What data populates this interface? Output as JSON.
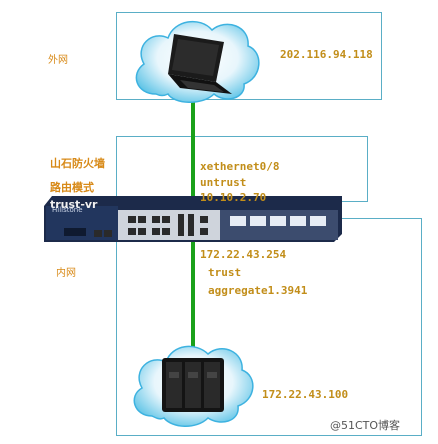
{
  "zones": {
    "outer": "外网",
    "inner": "内网"
  },
  "firewall": {
    "name": "山石防火墙",
    "mode": "路由模式",
    "vr": "trust-vr",
    "brand": "Hillstone"
  },
  "external_interface": {
    "name": "xethernet0/8",
    "zone": "untrust",
    "ip": "10.10.2.70"
  },
  "internal_interface": {
    "ip": "172.22.43.254",
    "zone": "trust",
    "name": "aggregate1.3941"
  },
  "internet_host": {
    "ip": "202.116.94.118",
    "icon": "laptop-icon"
  },
  "internal_host": {
    "ip": "172.22.43.100",
    "icon": "server-icon"
  },
  "watermark": "@51CTO博客",
  "colors": {
    "border": "#5aaec6",
    "link": "#1aa11a",
    "label": "#d88a18",
    "device": "#1c2a4a"
  }
}
